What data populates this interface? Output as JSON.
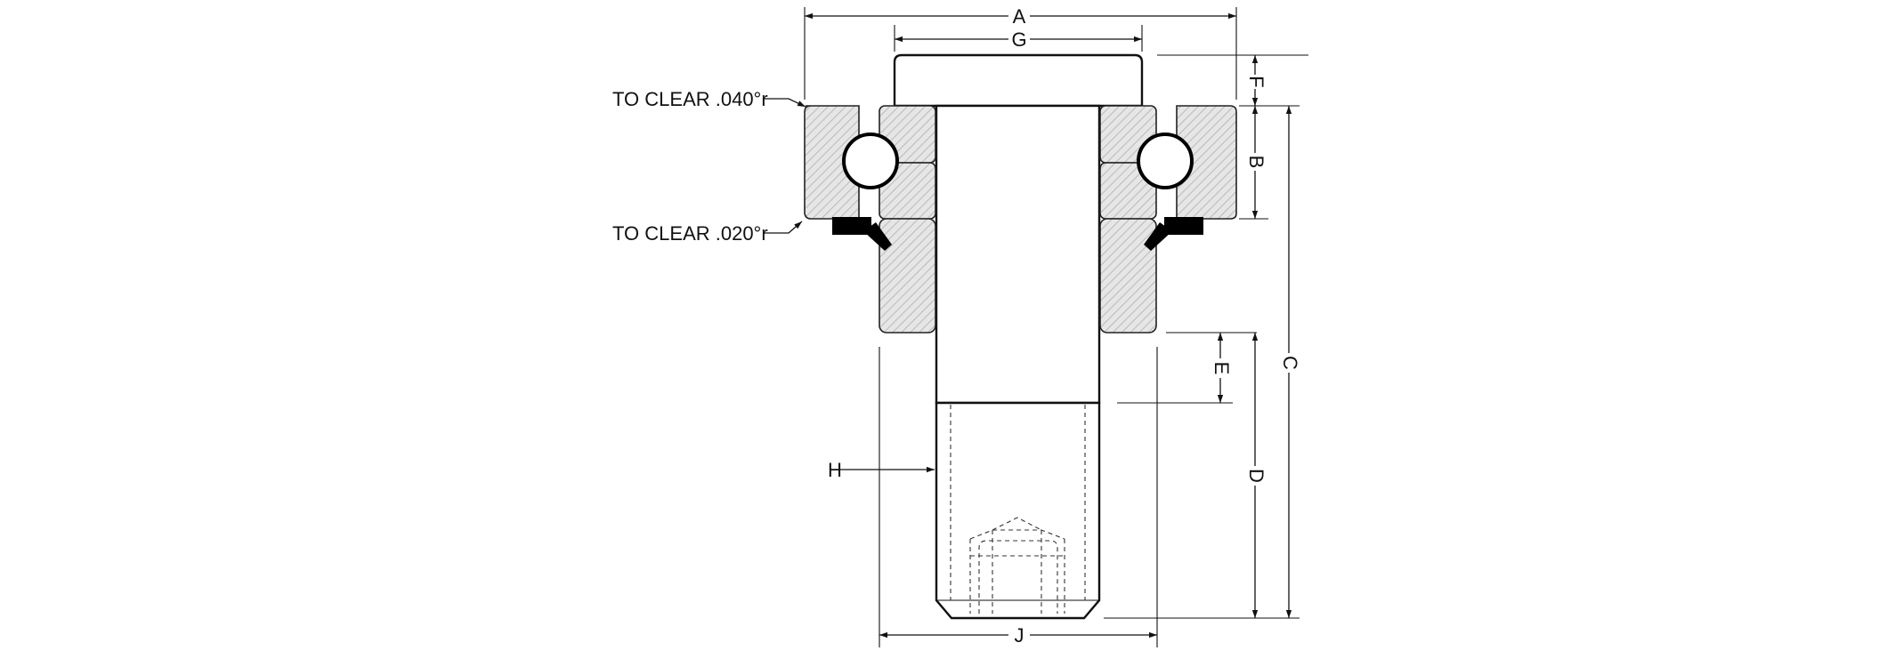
{
  "diagram": {
    "callouts": {
      "clear_040": "TO CLEAR .040°r",
      "clear_020": "TO CLEAR .020°r"
    },
    "dimensions": {
      "A": "A",
      "G": "G",
      "F": "F",
      "B": "B",
      "C": "C",
      "E": "E",
      "D": "D",
      "H": "H",
      "J": "J"
    },
    "colors": {
      "line": "#111111",
      "hatch_fill": "#e6e6e6",
      "hatch_line": "#b9b9b9",
      "seal": "#000000"
    }
  }
}
